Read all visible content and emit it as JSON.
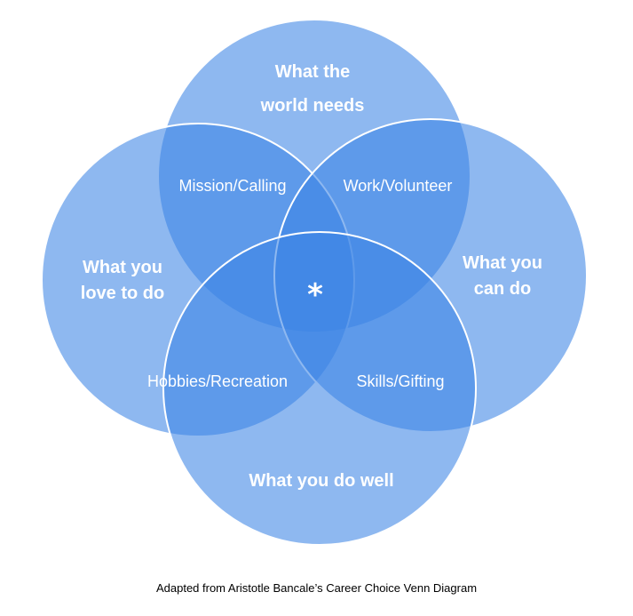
{
  "diagram": {
    "circles": [
      {
        "id": "top",
        "label_lines": [
          "What the",
          "world needs"
        ]
      },
      {
        "id": "left",
        "label_lines": [
          "What you",
          "love to do"
        ]
      },
      {
        "id": "right",
        "label_lines": [
          "What you",
          "can do"
        ]
      },
      {
        "id": "bottom",
        "label_lines": [
          "What you do well"
        ]
      }
    ],
    "overlaps": {
      "top_left": "Mission/Calling",
      "top_right": "Work/Volunteer",
      "left_bottom": "Hobbies/Recreation",
      "right_bottom": "Skills/Gifting"
    },
    "center_symbol": "*",
    "colors": {
      "circle_fill": "#3d85e6",
      "stroke": "#ffffff",
      "text": "#ffffff"
    }
  },
  "caption": "Adapted from Aristotle Bancale’s Career Choice Venn Diagram"
}
